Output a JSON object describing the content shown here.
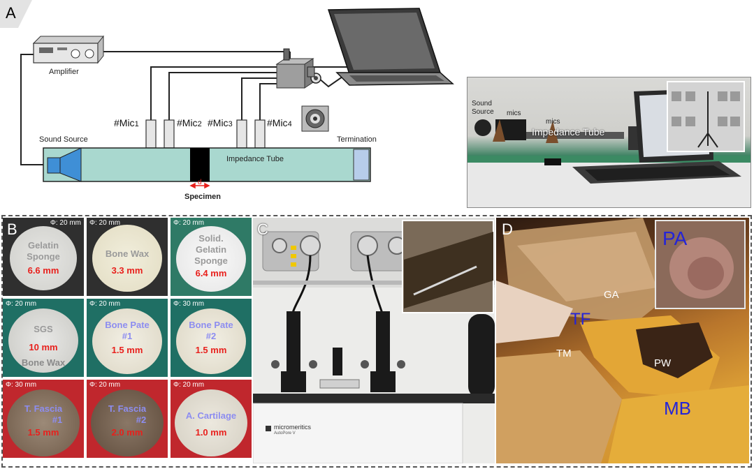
{
  "panels": {
    "a": "A",
    "b": "B",
    "c": "C",
    "d": "D"
  },
  "schematic": {
    "amplifier": "Amplifier",
    "sound_source": "Sound Source",
    "termination": "Termination",
    "impedance_tube": "Impedance Tube",
    "specimen": "Specimen",
    "d_label": "d",
    "mics": [
      {
        "base": "#Mic",
        "sub": "1"
      },
      {
        "base": "#Mic",
        "sub": "2"
      },
      {
        "base": "#Mic",
        "sub": "3"
      },
      {
        "base": "#Mic",
        "sub": "4"
      }
    ]
  },
  "photo_a": {
    "sound_source": "Sound Source",
    "mics_left": "mics",
    "mics_right": "mics",
    "impedance_tube": "Impedance Tube"
  },
  "samples": [
    {
      "diameter": "Φ: 20 mm",
      "name_lines": [
        "Gelatin",
        "Sponge"
      ],
      "thickness": "6.6 mm"
    },
    {
      "diameter": "Φ: 20 mm",
      "name_lines": [
        "Bone Wax"
      ],
      "thickness": "3.3 mm"
    },
    {
      "diameter": "Φ: 20 mm",
      "name_lines": [
        "Solid.",
        "Gelatin",
        "Sponge"
      ],
      "thickness": "6.4 mm"
    },
    {
      "diameter": "Φ: 20 mm",
      "name_lines": [
        "SGS"
      ],
      "thickness": "10 mm",
      "extra": "Bone Wax"
    },
    {
      "diameter": "Φ: 20 mm",
      "name_lines": [
        "Bone Pate",
        "#1"
      ],
      "thickness": "1.5 mm"
    },
    {
      "diameter": "Φ: 30 mm",
      "name_lines": [
        "Bone Pate",
        "#2"
      ],
      "thickness": "1.5 mm"
    },
    {
      "diameter": "Φ: 30 mm",
      "name_lines": [
        "T. Fascia",
        "#1"
      ],
      "thickness": "1.5 mm"
    },
    {
      "diameter": "Φ: 20 mm",
      "name_lines": [
        "T. Fascia",
        "#2"
      ],
      "thickness": "2.0 mm"
    },
    {
      "diameter": "Φ: 20 mm",
      "name_lines": [
        "A. Cartilage"
      ],
      "thickness": "1.0 mm"
    }
  ],
  "porosimeter": {
    "brand": "micromeritics",
    "model": "AutoPore V"
  },
  "anatomy": {
    "pa": "PA",
    "ga": "GA",
    "tf": "TF",
    "tm": "TM",
    "pw": "PW",
    "mb": "MB"
  },
  "colors": {
    "tube": "#a9d8cf",
    "source": "#3f8fd6",
    "termination": "#b7cdea",
    "thickness_text": "#e8201c",
    "anatomy_blue": "#2424d8",
    "row1_bg": "#2f2f2f",
    "row2_bg": "#1f6f64",
    "row3_bg": "#c0272d"
  }
}
